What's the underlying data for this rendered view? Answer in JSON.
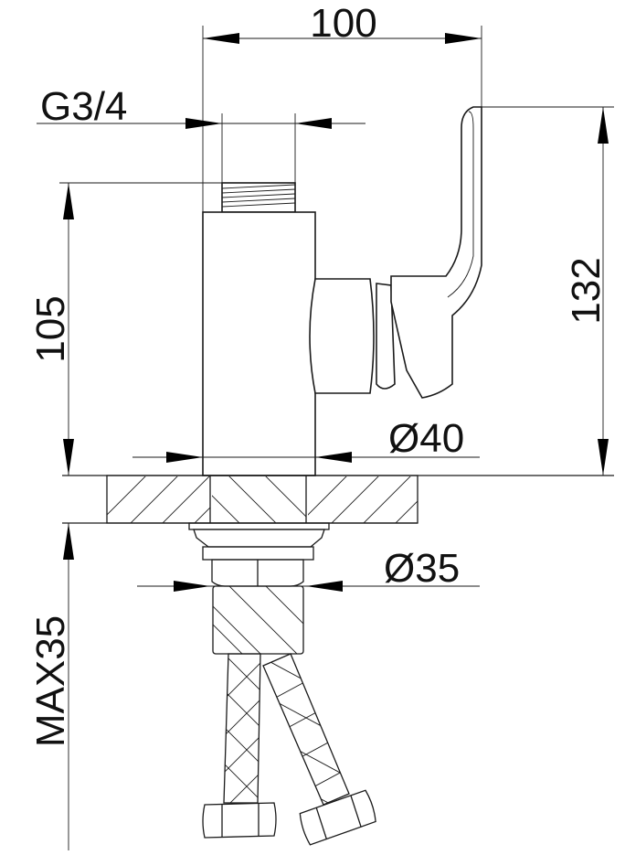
{
  "drawing": {
    "title": "Faucet installation dimension drawing",
    "line_color": "#1a1a1a",
    "dimensions": {
      "width": "100",
      "thread": "G3/4",
      "body_height": "105",
      "total_height": "132",
      "body_diameter": "Ø40",
      "shank_diameter": "Ø35",
      "max_counter_thickness": "MAX35"
    }
  }
}
